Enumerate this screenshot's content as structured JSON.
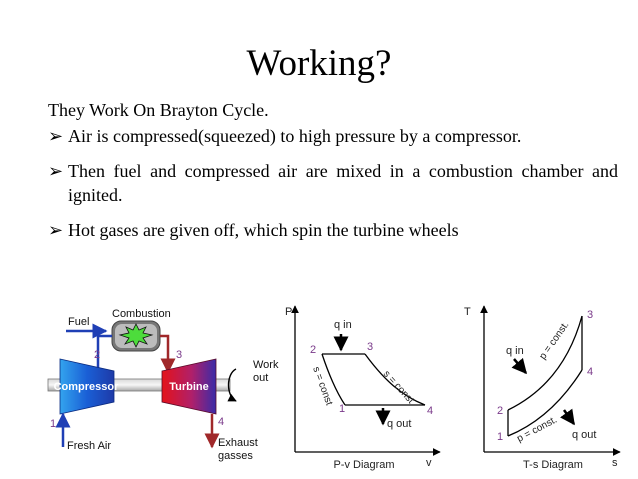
{
  "slide": {
    "title": "Working?",
    "intro": "They Work On Brayton Cycle.",
    "bullet_mark": "➢",
    "bullets": [
      "Air is compressed(squeezed) to high pressure by a compressor.",
      "Then fuel and compressed air are mixed in a combustion chamber and ignited.",
      "Hot gases are given off, which spin the turbine wheels"
    ]
  },
  "engine": {
    "fuel": "Fuel",
    "combustion": "Combustion",
    "compressor": "Compressor",
    "turbine": "Turbine",
    "point1": "1",
    "point2": "2",
    "point3": "3",
    "point4": "4",
    "work_out_1": "Work",
    "work_out_2": "out",
    "fresh_air": "Fresh Air",
    "exhaust_1": "Exhaust",
    "exhaust_2": "gasses",
    "colors": {
      "compressor": "#1a5fd6",
      "turbine": "#c8102e",
      "flame": "#4ddc3c",
      "fuel_arrow": "#1f3fb5",
      "hot_arrow": "#a0282a"
    }
  },
  "pv": {
    "y_axis": "P",
    "x_axis": "v",
    "caption": "P-v Diagram",
    "q_in": "q in",
    "q_out": "q out",
    "s_const_left": "s = const",
    "s_const_right": "s = const",
    "p1": "1",
    "p2": "2",
    "p3": "3",
    "p4": "4"
  },
  "ts": {
    "y_axis": "T",
    "x_axis": "s",
    "caption": "T-s Diagram",
    "q_in": "q in",
    "q_out": "q out",
    "p_const_top": "p = const.",
    "p_const_bottom": "p = const.",
    "p1": "1",
    "p2": "2",
    "p3": "3",
    "p4": "4"
  }
}
